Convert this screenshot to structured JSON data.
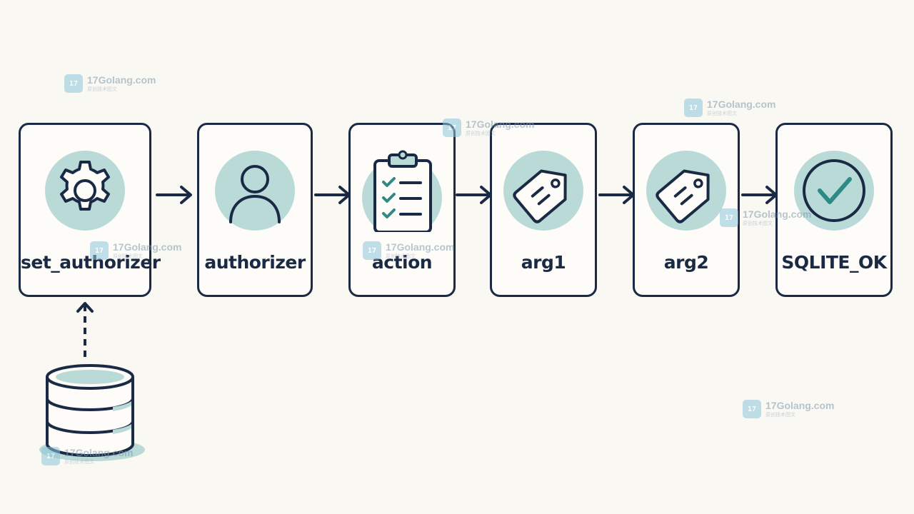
{
  "steps": [
    {
      "label": "set_authorizer",
      "icon": "gear-icon"
    },
    {
      "label": "authorizer",
      "icon": "user-icon"
    },
    {
      "label": "action",
      "icon": "clipboard-checklist-icon"
    },
    {
      "label": "arg1",
      "icon": "tag-icon"
    },
    {
      "label": "arg2",
      "icon": "tag-icon"
    },
    {
      "label": "SQLITE_OK",
      "icon": "check-circle-icon"
    }
  ],
  "source": {
    "icon": "database-icon"
  },
  "watermark": {
    "name": "17Golang.com",
    "sub": "原创技术图文",
    "logo": "17"
  },
  "colors": {
    "stroke": "#1b2a44",
    "accent_fill": "#b9dad6",
    "check": "#2e8a86",
    "background": "#faf8f2"
  }
}
